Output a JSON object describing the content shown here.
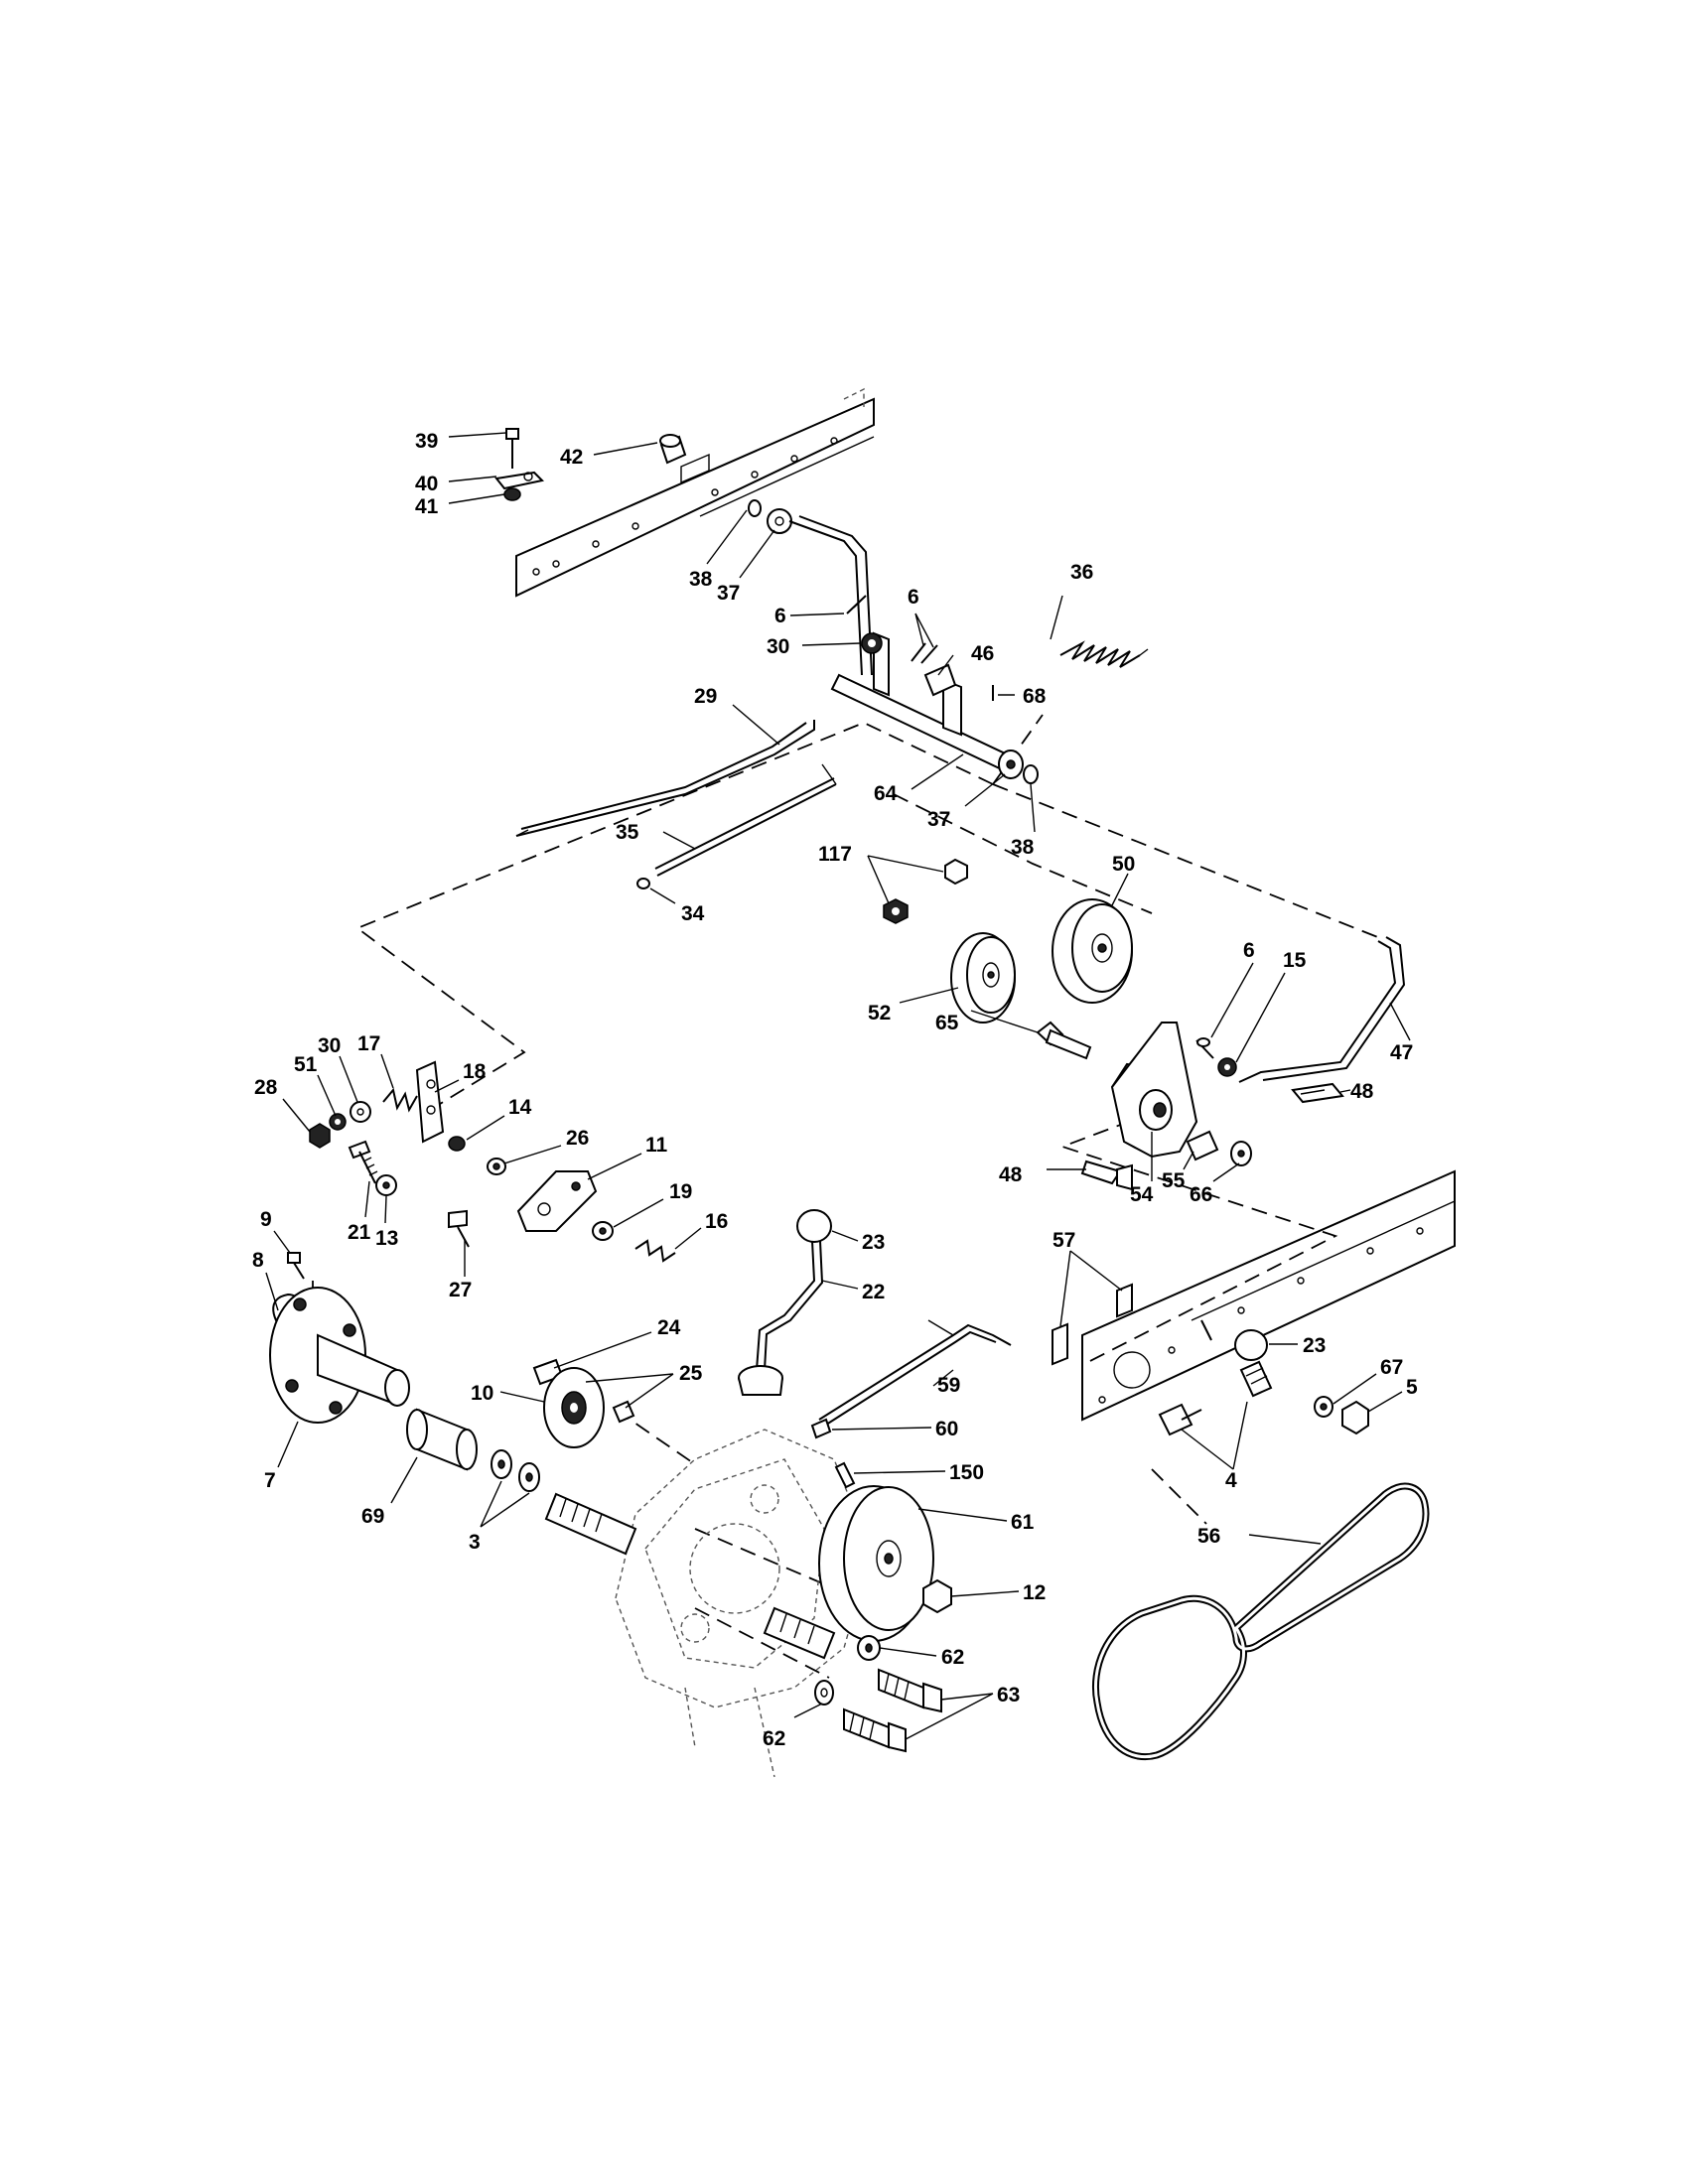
{
  "labels": [
    {
      "id": "l39",
      "text": "39"
    },
    {
      "id": "l40",
      "text": "40"
    },
    {
      "id": "l41",
      "text": "41"
    },
    {
      "id": "l42",
      "text": "42"
    },
    {
      "id": "l38a",
      "text": "38"
    },
    {
      "id": "l37a",
      "text": "37"
    },
    {
      "id": "l36",
      "text": "36"
    },
    {
      "id": "l6a",
      "text": "6"
    },
    {
      "id": "l6b",
      "text": "6"
    },
    {
      "id": "l30a",
      "text": "30"
    },
    {
      "id": "l46",
      "text": "46"
    },
    {
      "id": "l68",
      "text": "68"
    },
    {
      "id": "l29",
      "text": "29"
    },
    {
      "id": "l64",
      "text": "64"
    },
    {
      "id": "l37b",
      "text": "37"
    },
    {
      "id": "l38b",
      "text": "38"
    },
    {
      "id": "l35",
      "text": "35"
    },
    {
      "id": "l34",
      "text": "34"
    },
    {
      "id": "l117",
      "text": "117"
    },
    {
      "id": "l50",
      "text": "50"
    },
    {
      "id": "l6c",
      "text": "6"
    },
    {
      "id": "l15",
      "text": "15"
    },
    {
      "id": "l52",
      "text": "52"
    },
    {
      "id": "l47",
      "text": "47"
    },
    {
      "id": "l65",
      "text": "65"
    },
    {
      "id": "l48a",
      "text": "48"
    },
    {
      "id": "l48b",
      "text": "48"
    },
    {
      "id": "l55",
      "text": "55"
    },
    {
      "id": "l66",
      "text": "66"
    },
    {
      "id": "l54",
      "text": "54"
    },
    {
      "id": "l17",
      "text": "17"
    },
    {
      "id": "l30b",
      "text": "30"
    },
    {
      "id": "l51",
      "text": "51"
    },
    {
      "id": "l28",
      "text": "28"
    },
    {
      "id": "l18",
      "text": "18"
    },
    {
      "id": "l14",
      "text": "14"
    },
    {
      "id": "l26",
      "text": "26"
    },
    {
      "id": "l11",
      "text": "11"
    },
    {
      "id": "l21",
      "text": "21"
    },
    {
      "id": "l13",
      "text": "13"
    },
    {
      "id": "l19",
      "text": "19"
    },
    {
      "id": "l16",
      "text": "16"
    },
    {
      "id": "l9",
      "text": "9"
    },
    {
      "id": "l8",
      "text": "8"
    },
    {
      "id": "l27",
      "text": "27"
    },
    {
      "id": "l23a",
      "text": "23"
    },
    {
      "id": "l22",
      "text": "22"
    },
    {
      "id": "l57",
      "text": "57"
    },
    {
      "id": "l24",
      "text": "24"
    },
    {
      "id": "l25",
      "text": "25"
    },
    {
      "id": "l10",
      "text": "10"
    },
    {
      "id": "l23b",
      "text": "23"
    },
    {
      "id": "l67",
      "text": "67"
    },
    {
      "id": "l5",
      "text": "5"
    },
    {
      "id": "l59",
      "text": "59"
    },
    {
      "id": "l60",
      "text": "60"
    },
    {
      "id": "l7",
      "text": "7"
    },
    {
      "id": "l69",
      "text": "69"
    },
    {
      "id": "l150",
      "text": "150"
    },
    {
      "id": "l4",
      "text": "4"
    },
    {
      "id": "l61",
      "text": "61"
    },
    {
      "id": "l56",
      "text": "56"
    },
    {
      "id": "l3",
      "text": "3"
    },
    {
      "id": "l12",
      "text": "12"
    },
    {
      "id": "l62a",
      "text": "62"
    },
    {
      "id": "l63",
      "text": "63"
    },
    {
      "id": "l62b",
      "text": "62"
    }
  ]
}
